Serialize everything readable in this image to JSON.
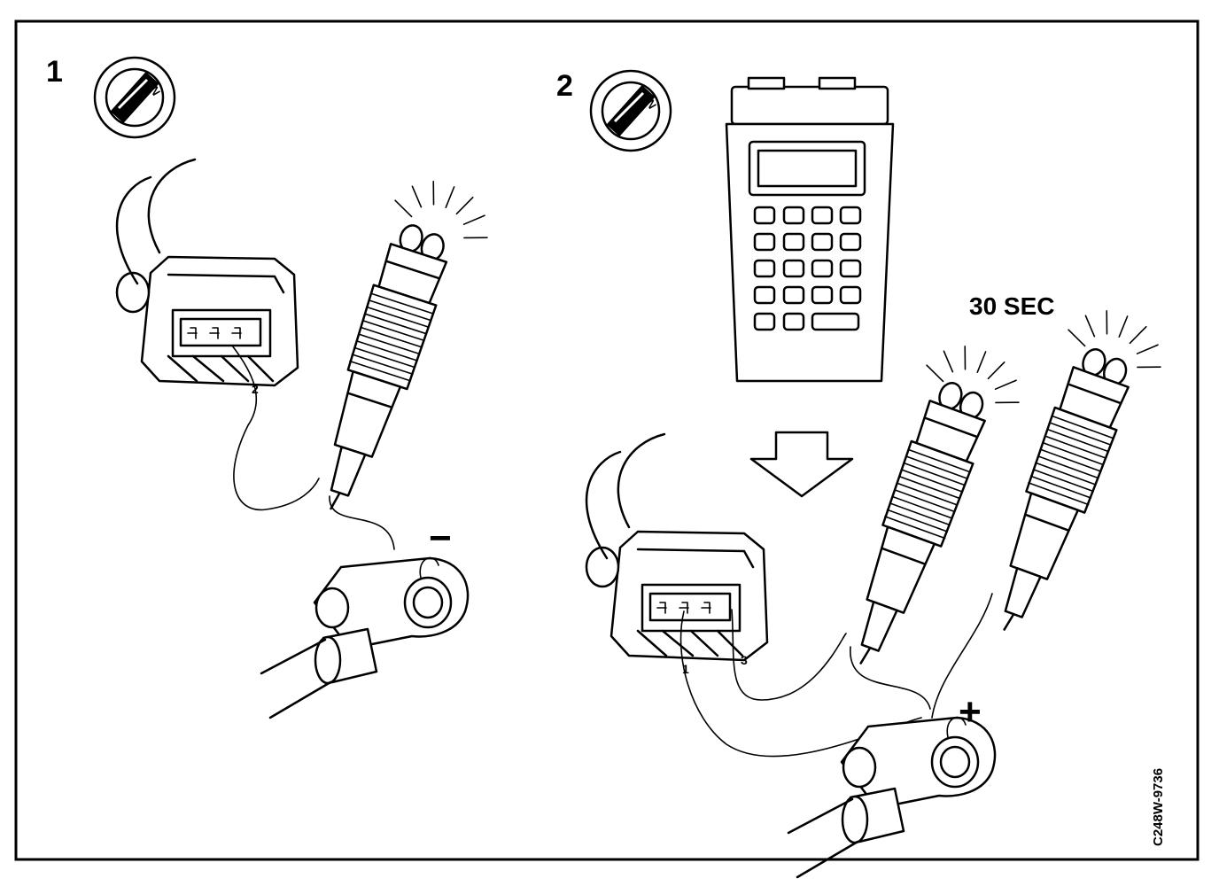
{
  "step1": {
    "number": "1",
    "ignition_label": "ON",
    "pin_label": "2",
    "polarity": "−"
  },
  "step2": {
    "number": "2",
    "ignition_label": "ON",
    "pin_label_a": "1",
    "pin_label_b": "3",
    "timer": "30 SEC",
    "polarity": "+"
  },
  "figure_code": "C248W-9736"
}
